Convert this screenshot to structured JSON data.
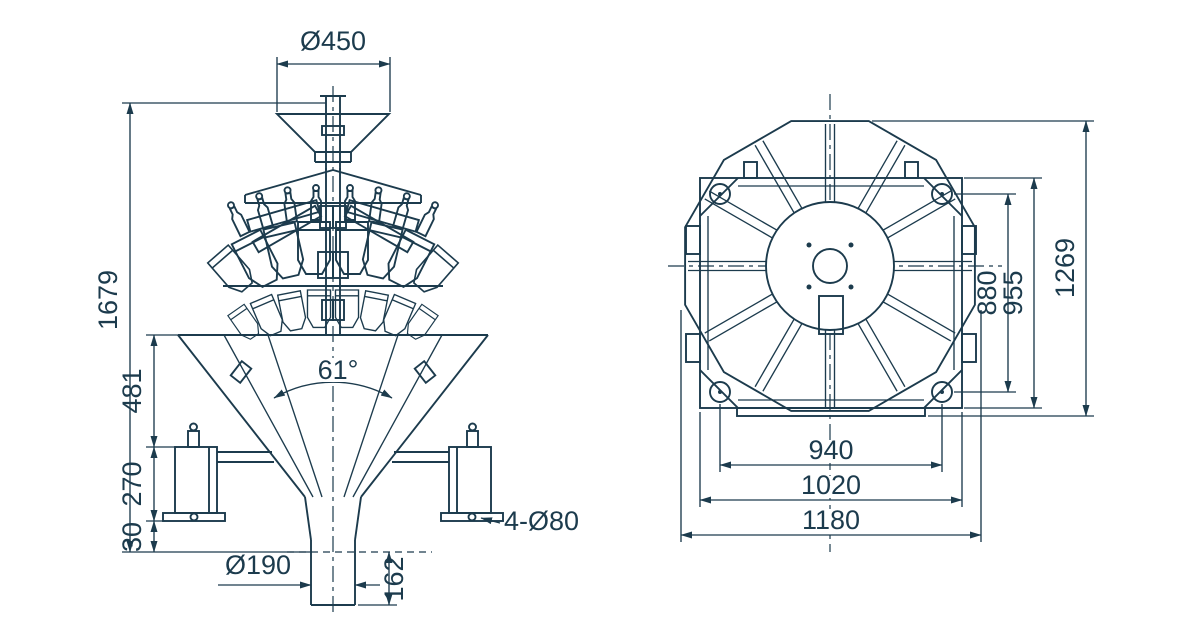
{
  "line_color": "#1c3b4d",
  "front_view": {
    "dims": {
      "top_diameter": "Ø450",
      "total_height": "1679",
      "hopper_section_height": "481",
      "leg_height": "270",
      "foot_height": "30",
      "outlet_diameter": "Ø190",
      "outlet_height": "162",
      "cone_angle": "61°",
      "mount_holes": "4-Ø80"
    }
  },
  "top_view": {
    "dims": {
      "bolt_span_height": "880",
      "frame_height": "955",
      "overall_height": "1269",
      "bolt_span_width": "940",
      "frame_width": "1020",
      "overall_width": "1180"
    }
  }
}
